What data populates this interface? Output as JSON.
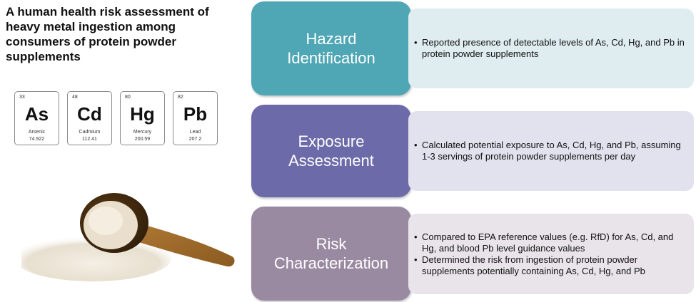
{
  "title": "A human health risk assessment of heavy metal ingestion among consumers of protein powder supplements",
  "elements": [
    {
      "number": "33",
      "symbol": "As",
      "name": "Arsenic",
      "mass": "74.922"
    },
    {
      "number": "48",
      "symbol": "Cd",
      "name": "Cadmium",
      "mass": "112.41"
    },
    {
      "number": "80",
      "symbol": "Hg",
      "name": "Mercury",
      "mass": "200.59"
    },
    {
      "number": "82",
      "symbol": "Pb",
      "name": "Lead",
      "mass": "207.2"
    }
  ],
  "stages": [
    {
      "label_line1": "Hazard",
      "label_line2": "Identification",
      "color": "#4fa6b4",
      "bullets": [
        "Reported presence of detectable levels of As, Cd, Hg, and Pb in protein powder supplements"
      ]
    },
    {
      "label_line1": "Exposure",
      "label_line2": "Assessment",
      "color": "#6c6aa9",
      "bullets": [
        "Calculated potential exposure to As, Cd, Hg, and Pb, assuming 1-3 servings of protein powder supplements per day"
      ]
    },
    {
      "label_line1": "Risk",
      "label_line2": "Characterization",
      "color": "#9a8aa1",
      "bullets": [
        "Compared to EPA reference values (e.g. RfD) for As, Cd, and Hg, and blood Pb level guidance values",
        "Determined the risk from ingestion of protein powder supplements potentially containing As, Cd, Hg, and Pb"
      ]
    }
  ]
}
